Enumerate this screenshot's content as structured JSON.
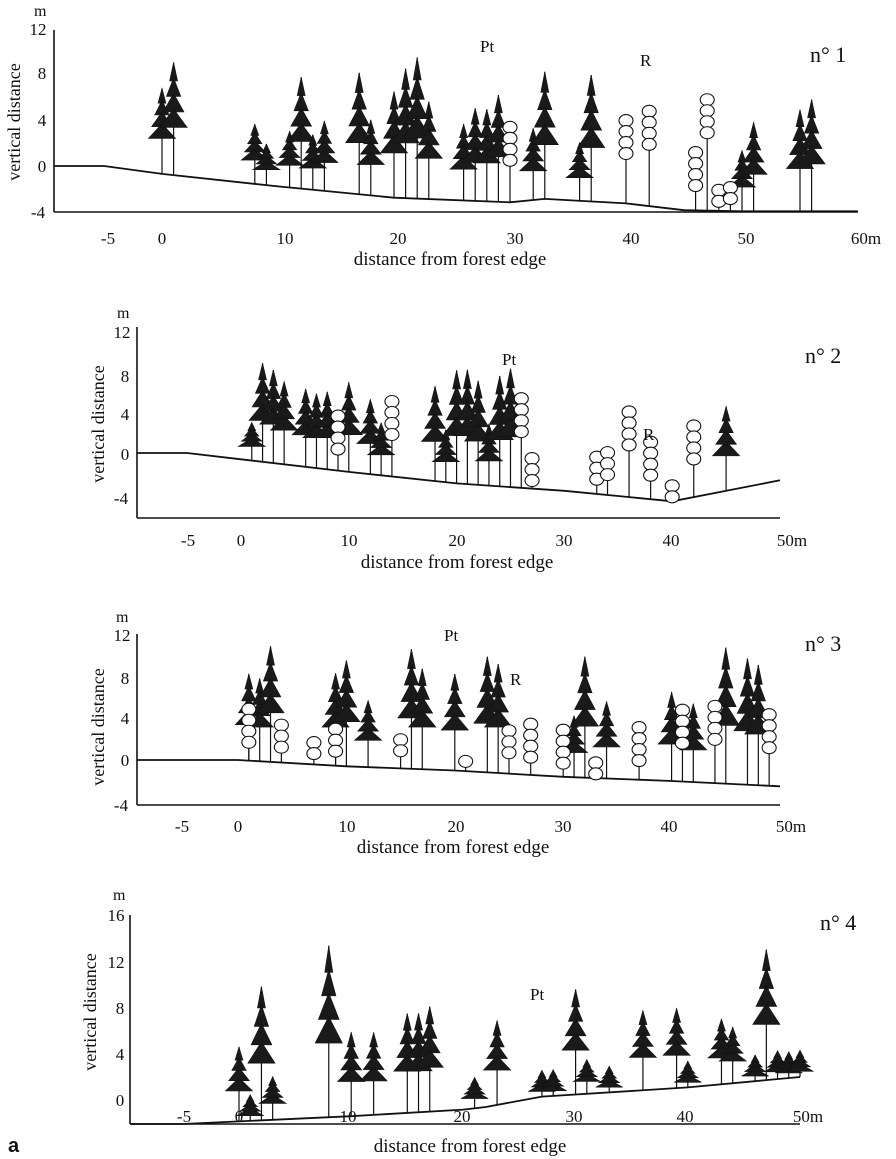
{
  "figure_label": "a",
  "panels": [
    {
      "id": "n1",
      "title": "n° 1",
      "y_unit": "m",
      "y_label": "vertical distance",
      "y_ticks": [
        "12",
        "8",
        "4",
        "0",
        "-4"
      ],
      "x_ticks": [
        "-5",
        "0",
        "10",
        "20",
        "30",
        "40",
        "50",
        "60m"
      ],
      "x_label": "distance from forest edge",
      "annotations": [
        "Pt",
        "R"
      ],
      "ground_profile": [
        [
          -10,
          0
        ],
        [
          -5,
          0
        ],
        [
          0,
          -0.7
        ],
        [
          10,
          -1.8
        ],
        [
          20,
          -2.8
        ],
        [
          30,
          -3.2
        ],
        [
          33,
          -2.9
        ],
        [
          40,
          -3.3
        ],
        [
          45,
          -3.9
        ],
        [
          50,
          -4
        ],
        [
          60,
          -4
        ]
      ],
      "conifer_height_range": [
        1,
        10
      ],
      "broadleaf_height_range": [
        -2,
        8
      ]
    },
    {
      "id": "n2",
      "title": "n° 2",
      "y_unit": "m",
      "y_label": "vertical distance",
      "y_ticks": [
        "12",
        "8",
        "4",
        "0",
        "-4"
      ],
      "x_ticks": [
        "-5",
        "0",
        "10",
        "20",
        "30",
        "40",
        "50m"
      ],
      "x_label": "distance from forest edge",
      "annotations": [
        "Pt",
        "R"
      ],
      "ground_profile": [
        [
          -10,
          0
        ],
        [
          -5,
          0
        ],
        [
          0,
          -0.6
        ],
        [
          10,
          -1.8
        ],
        [
          20,
          -2.9
        ],
        [
          30,
          -3.6
        ],
        [
          40,
          -4.6
        ],
        [
          50,
          -2.6
        ]
      ],
      "conifer_height_range": [
        2,
        9
      ],
      "broadleaf_height_range": [
        -3,
        6
      ]
    },
    {
      "id": "n3",
      "title": "n° 3",
      "y_unit": "m",
      "y_label": "vertical distance",
      "y_ticks": [
        "12",
        "8",
        "4",
        "0",
        "-4"
      ],
      "x_ticks": [
        "-5",
        "0",
        "10",
        "20",
        "30",
        "40",
        "50m"
      ],
      "x_label": "distance from forest edge",
      "annotations": [
        "Pt",
        "R"
      ],
      "ground_profile": [
        [
          -10,
          0
        ],
        [
          0,
          0
        ],
        [
          10,
          -0.6
        ],
        [
          20,
          -1
        ],
        [
          30,
          -1.6
        ],
        [
          40,
          -2
        ],
        [
          50,
          -2.5
        ]
      ],
      "conifer_height_range": [
        2,
        11
      ],
      "broadleaf_height_range": [
        -2,
        6
      ]
    },
    {
      "id": "n4",
      "title": "n° 4",
      "y_unit": "m",
      "y_label": "vertical distance",
      "y_ticks": [
        "16",
        "12",
        "8",
        "4",
        "0"
      ],
      "x_ticks": [
        "-5",
        "0",
        "10",
        "20",
        "30",
        "40",
        "50m"
      ],
      "x_label": "distance from forest edge",
      "annotations": [
        "Pt"
      ],
      "ground_profile": [
        [
          -10,
          0
        ],
        [
          -5,
          0
        ],
        [
          0,
          0.2
        ],
        [
          10,
          0.6
        ],
        [
          20,
          1.1
        ],
        [
          22,
          1.3
        ],
        [
          27,
          2.1
        ],
        [
          40,
          2.8
        ],
        [
          50,
          3.6
        ]
      ],
      "conifer_height_range": [
        2,
        14
      ],
      "broadleaf_height_range": []
    }
  ]
}
